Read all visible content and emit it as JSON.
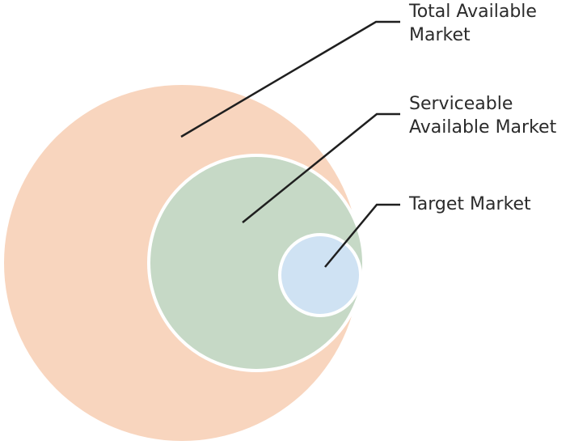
{
  "diagram": {
    "labels": {
      "tam_line1": "Total Available",
      "tam_line2": "Market",
      "sam_line1": "Serviceable",
      "sam_line2": "Available Market",
      "tm": "Target Market"
    },
    "colors": {
      "tam_fill": "#f8d5be",
      "sam_fill": "#c6d9c6",
      "tm_fill": "#cfe2f3",
      "outline": "#ffffff",
      "leader_line": "#1f1f1f",
      "text": "#2b2b2b"
    }
  }
}
